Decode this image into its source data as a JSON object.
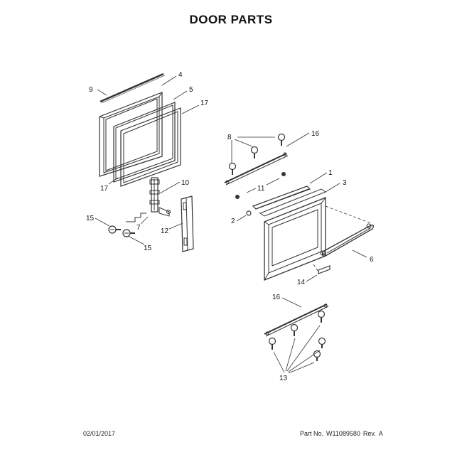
{
  "page": {
    "title": "DOOR PARTS",
    "date": "02/01/2017",
    "part_no_label": "Part No.",
    "part_no": "W11089580",
    "rev_label": "Rev.",
    "rev": "A"
  },
  "callouts": {
    "c1": "1",
    "c2": "2",
    "c3": "3",
    "c4": "4",
    "c5": "5",
    "c6": "6",
    "c7": "7",
    "c8": "8",
    "c9": "9",
    "c10": "10",
    "c11": "11",
    "c12": "12",
    "c13": "13",
    "c14": "14",
    "c15a": "15",
    "c15b": "15",
    "c16a": "16",
    "c16b": "16",
    "c17a": "17",
    "c17b": "17"
  }
}
